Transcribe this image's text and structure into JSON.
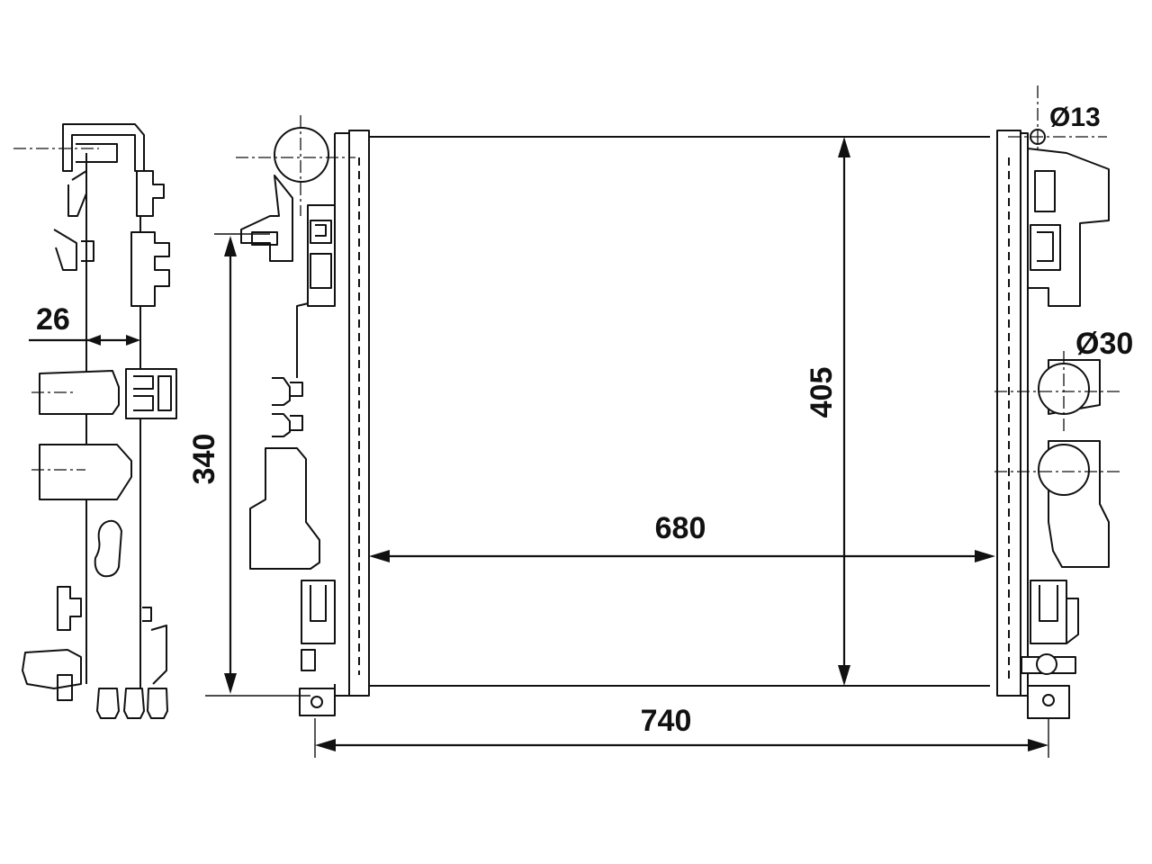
{
  "dimensions": {
    "side_width": "26",
    "mount_height": "340",
    "core_height": "405",
    "core_width": "680",
    "overall_width": "740",
    "port_diameter_small": "Ø13",
    "port_diameter_large": "Ø30"
  }
}
